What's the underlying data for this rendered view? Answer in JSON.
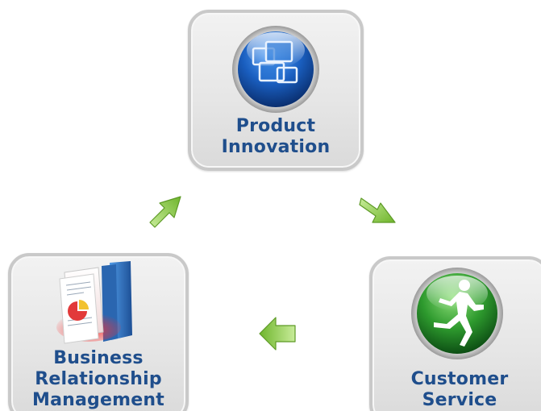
{
  "diagram": {
    "nodes": [
      {
        "id": "product",
        "lines": [
          "Product",
          "Innovation"
        ],
        "icon": "windows-globe-icon"
      },
      {
        "id": "customer",
        "lines": [
          "Customer",
          "Service"
        ],
        "icon": "runner-icon"
      },
      {
        "id": "business",
        "lines": [
          "Business",
          "Relationship",
          "Management"
        ],
        "icon": "binder-report-icon"
      }
    ],
    "edges": [
      {
        "from": "product",
        "to": "customer"
      },
      {
        "from": "customer",
        "to": "business"
      },
      {
        "from": "business",
        "to": "product"
      }
    ],
    "colors": {
      "label": "#1f4e8c",
      "card_border": "#c9c9c9",
      "arrow": "#8cc63f",
      "globe_blue": "#1a5fc0",
      "runner_green": "#2e9a2e",
      "binder_blue": "#2d6fb8",
      "report_red": "#e23a3a"
    }
  }
}
